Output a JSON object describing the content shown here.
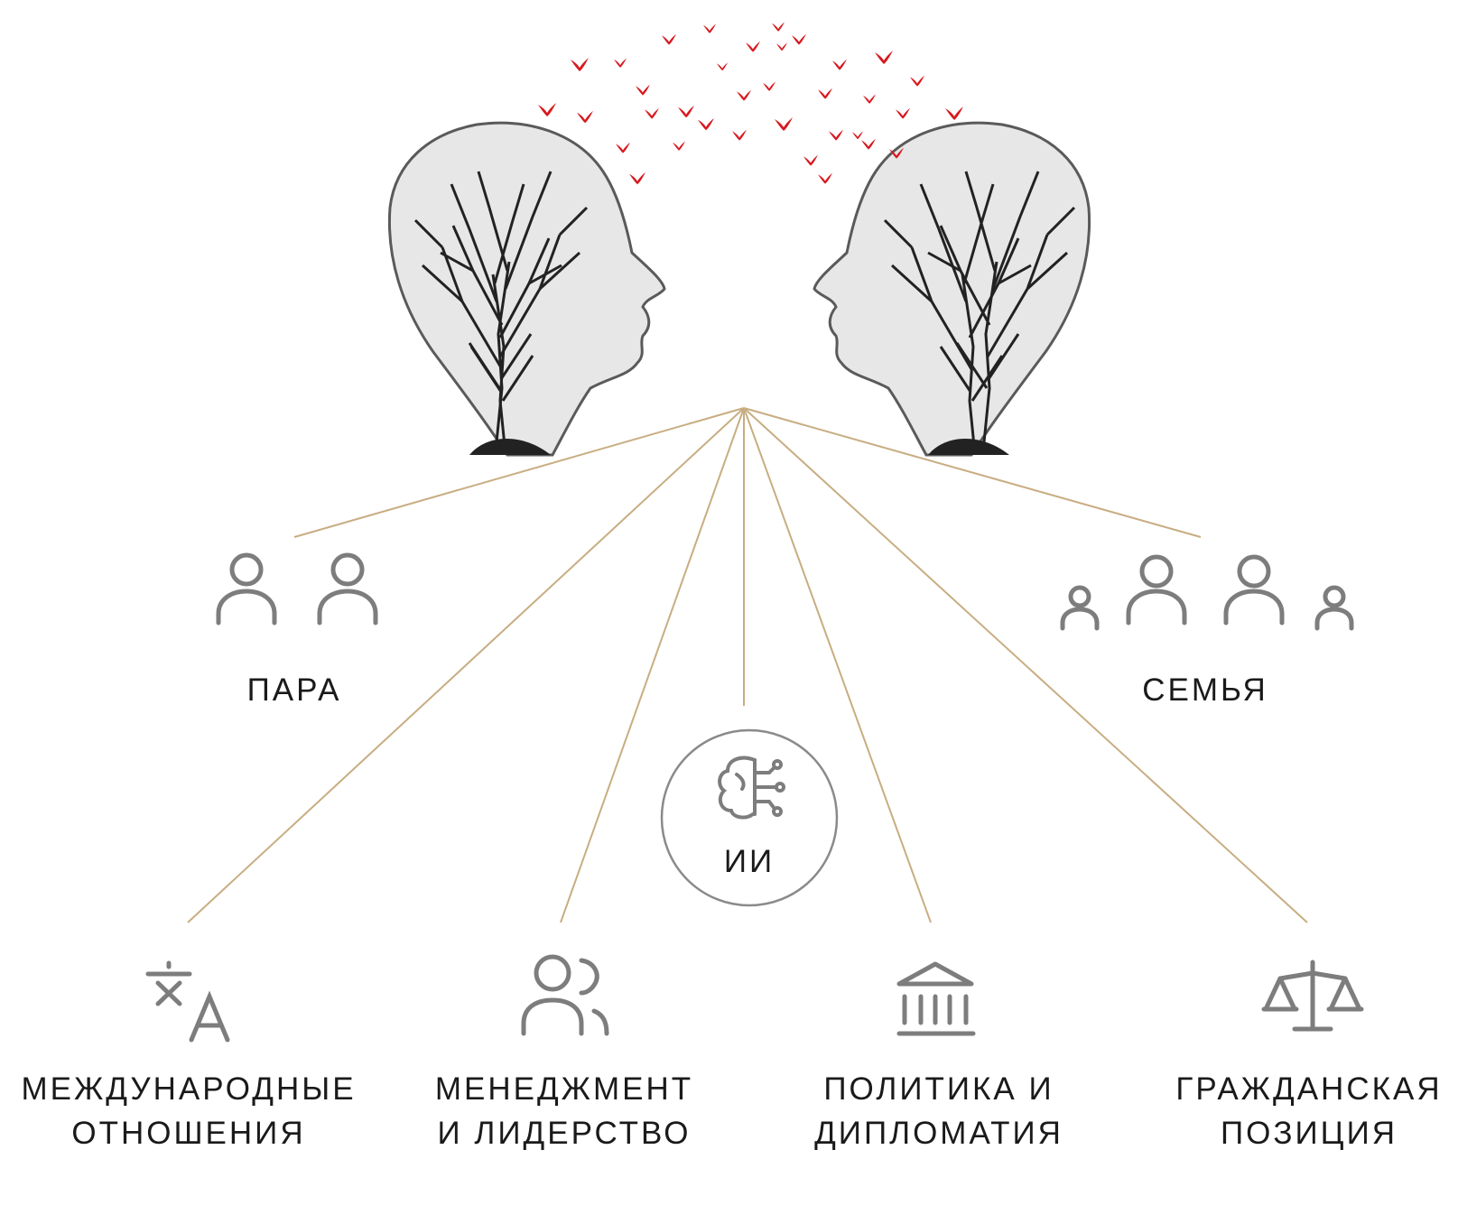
{
  "palette": {
    "connector": "#c8ad82",
    "icon": "#7d7d7d",
    "text": "#1a1a1a",
    "birds": "#d7191f",
    "tree": "#222222"
  },
  "illustration": {
    "left": "tree-head-facing-right",
    "right": "tree-head-facing-left",
    "birds": "red-birds-flying-between-heads"
  },
  "nodes": {
    "couple": {
      "icon": "two-people-icon",
      "label": "ПАРА"
    },
    "family": {
      "icon": "family-icon",
      "label": "СЕМЬЯ"
    },
    "ai": {
      "icon": "brain-circuit-icon",
      "label": "ИИ"
    },
    "international": {
      "icon": "translate-icon",
      "line1": "МЕЖДУНАРОДНЫЕ",
      "line2": "ОТНОШЕНИЯ"
    },
    "management": {
      "icon": "people-group-icon",
      "line1": "МЕНЕДЖМЕНТ",
      "line2": "И ЛИДЕРСТВО"
    },
    "politics": {
      "icon": "government-building-icon",
      "line1": "ПОЛИТИКА И",
      "line2": "ДИПЛОМАТИЯ"
    },
    "civic": {
      "icon": "scales-icon",
      "line1": "ГРАЖДАНСКАЯ",
      "line2": "ПОЗИЦИЯ"
    }
  }
}
